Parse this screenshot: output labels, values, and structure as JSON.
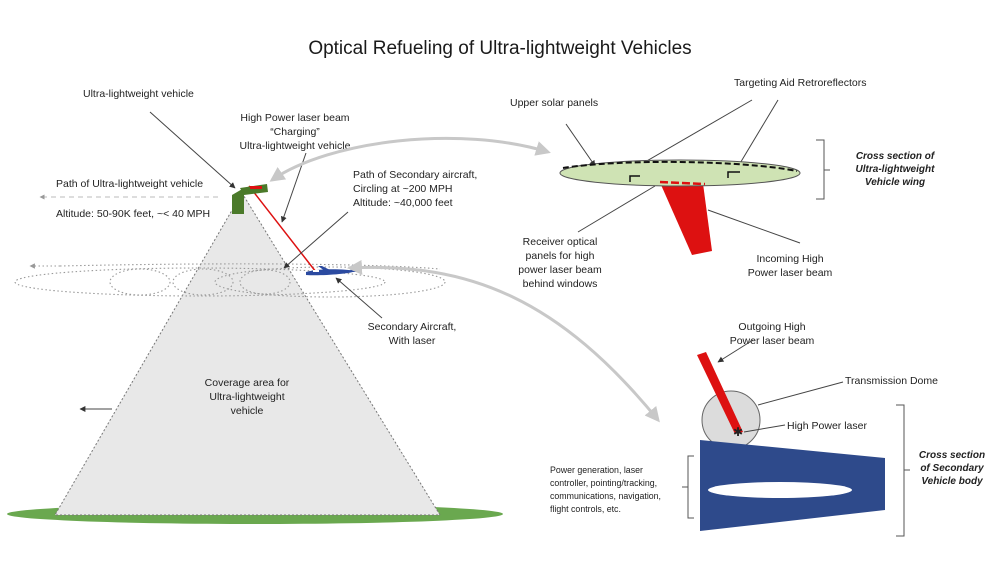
{
  "title": "Optical Refueling of Ultra-lightweight Vehicles",
  "labels": {
    "ulv": "Ultra-lightweight vehicle",
    "beam": [
      "High Power laser beam",
      "“Charging”",
      "Ultra-lightweight vehicle"
    ],
    "ulv_path": "Path of Ultra-lightweight vehicle",
    "ulv_alt": "Altitude:  50-90K feet, ~< 40 MPH",
    "sec_path": [
      "Path of Secondary aircraft,",
      "Circling at ~200 MPH",
      "Altitude:  ~40,000 feet"
    ],
    "sec_aircraft": [
      "Secondary Aircraft,",
      "With laser"
    ],
    "coverage": [
      "Coverage area for",
      "Ultra-lightweight",
      "vehicle"
    ],
    "upper_solar": "Upper solar panels",
    "retro": "Targeting Aid Retroreflectors",
    "wing_section": [
      "Cross section of",
      "Ultra-lightweight",
      "Vehicle wing"
    ],
    "receiver": [
      "Receiver optical",
      "panels for high",
      "power laser beam",
      "behind windows"
    ],
    "incoming": [
      "Incoming High",
      "Power laser beam"
    ],
    "outgoing": [
      "Outgoing High",
      "Power laser beam"
    ],
    "dome": "Transmission Dome",
    "laser": "High Power laser",
    "power": [
      "Power generation, laser",
      "controller, pointing/tracking,",
      "communications, navigation,",
      "flight controls, etc."
    ],
    "body_section": [
      "Cross section",
      "of Secondary",
      "Vehicle body"
    ]
  },
  "colors": {
    "laser": "#dd1111",
    "ground": "#6aa84f",
    "cone": "#e8e8e8",
    "wing": "#cfe3b4",
    "body": "#2e4a8b",
    "ulv": "#4b7a2a",
    "aircraft": "#2b4aa0"
  }
}
